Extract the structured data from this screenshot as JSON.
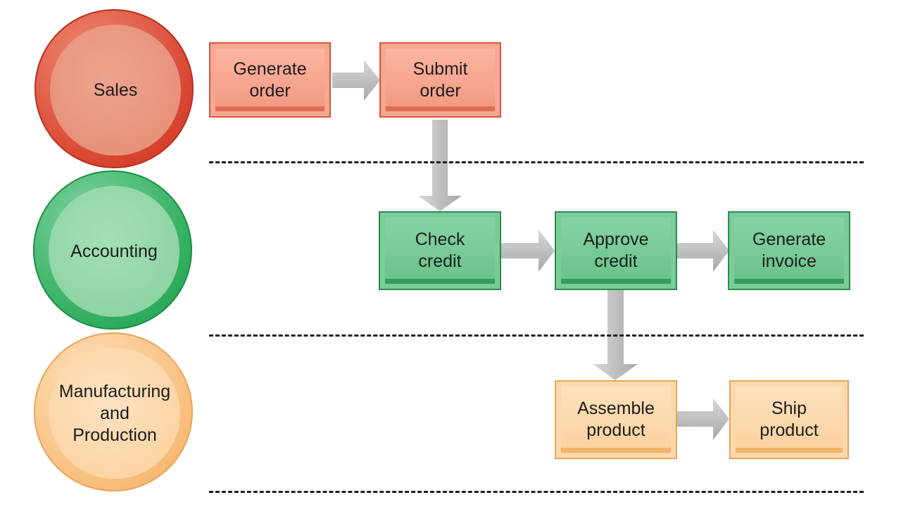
{
  "lanes": [
    {
      "name": "Sales",
      "color": "#d84530"
    },
    {
      "name": "Accounting",
      "color": "#2fae5d"
    },
    {
      "name": "Manufacturing\nand\nProduction",
      "color": "#f8be7c"
    }
  ],
  "steps": {
    "generate_order": "Generate\norder",
    "submit_order": "Submit\norder",
    "check_credit": "Check\ncredit",
    "approve_credit": "Approve\ncredit",
    "generate_invoice": "Generate\ninvoice",
    "assemble_product": "Assemble\nproduct",
    "ship_product": "Ship\nproduct"
  },
  "arrow_color": "#b5b5b5",
  "divider_color": "#222222"
}
